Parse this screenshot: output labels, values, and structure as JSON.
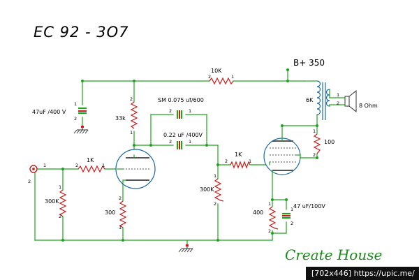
{
  "title": "EC 92 - 3O7",
  "supply": "B+ 350",
  "labels": {
    "r_top": "10K",
    "cap_supply": "47uF /400 V",
    "r_plate": "33k",
    "cap_sm": "SM 0.075 uf/600",
    "cap_coupling": "0.22 uF /400V",
    "r_in": "1K",
    "r_grid_leak1": "300K",
    "r_cathode1": "300",
    "r_grid_stop": "1K",
    "r_grid_leak2": "300K",
    "r_cathode2": "400",
    "cap_cathode2": "47 uF/100V",
    "r_g2": "100",
    "xfmr_primary": "6K",
    "speaker": "8 Ohm"
  },
  "pins": {
    "one": "1",
    "two": "2"
  },
  "brand": "Create House",
  "footer": "[702x446] https://upic.me/"
}
